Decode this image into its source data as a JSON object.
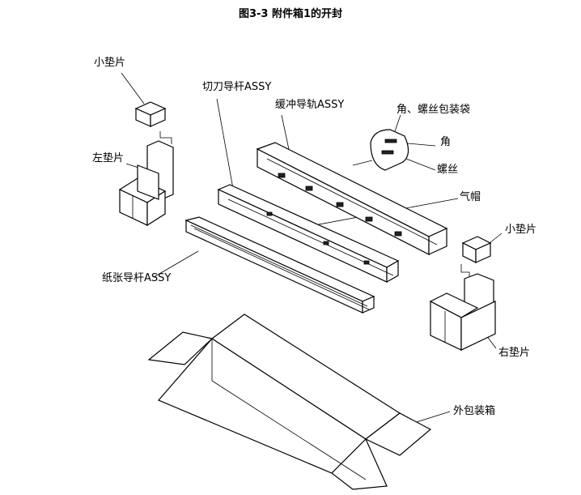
{
  "figure": {
    "title": "图3-3  附件箱1的开封"
  },
  "labels": {
    "small_pad_left": "小垫片",
    "left_pad": "左垫片",
    "cutter_guide": "切刀导杆ASSY",
    "buffer_rail": "缓冲导轨ASSY",
    "corner_screw_bag": "角、螺丝包装袋",
    "corner": "角",
    "screw": "螺丝",
    "air_cap": "气帽",
    "small_pad_right": "小垫片",
    "paper_guide": "纸张导杆ASSY",
    "right_pad": "右垫片",
    "outer_box": "外包装箱"
  }
}
